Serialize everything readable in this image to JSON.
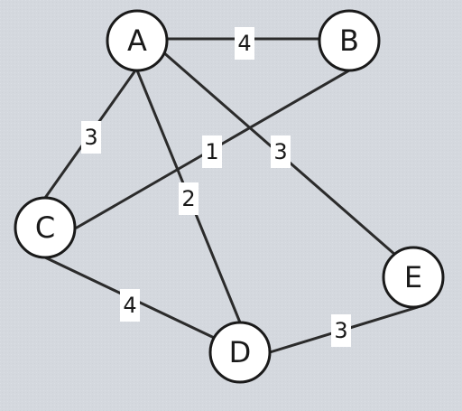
{
  "graph": {
    "nodes": [
      {
        "id": "A",
        "label": "A"
      },
      {
        "id": "B",
        "label": "B"
      },
      {
        "id": "C",
        "label": "C"
      },
      {
        "id": "D",
        "label": "D"
      },
      {
        "id": "E",
        "label": "E"
      }
    ],
    "edges": [
      {
        "from": "A",
        "to": "B",
        "weight": "4"
      },
      {
        "from": "A",
        "to": "C",
        "weight": "3"
      },
      {
        "from": "B",
        "to": "C",
        "weight": "1"
      },
      {
        "from": "A",
        "to": "E",
        "weight": "3"
      },
      {
        "from": "A",
        "to": "D",
        "weight": "2"
      },
      {
        "from": "C",
        "to": "D",
        "weight": "4"
      },
      {
        "from": "D",
        "to": "E",
        "weight": "3"
      }
    ]
  },
  "colors": {
    "background": "#d5d9df",
    "edge": "#2b2b2b",
    "node_fill": "#ffffff",
    "node_stroke": "#1a1a1a",
    "label_bg": "#ffffff",
    "text": "#1a1a1a"
  }
}
